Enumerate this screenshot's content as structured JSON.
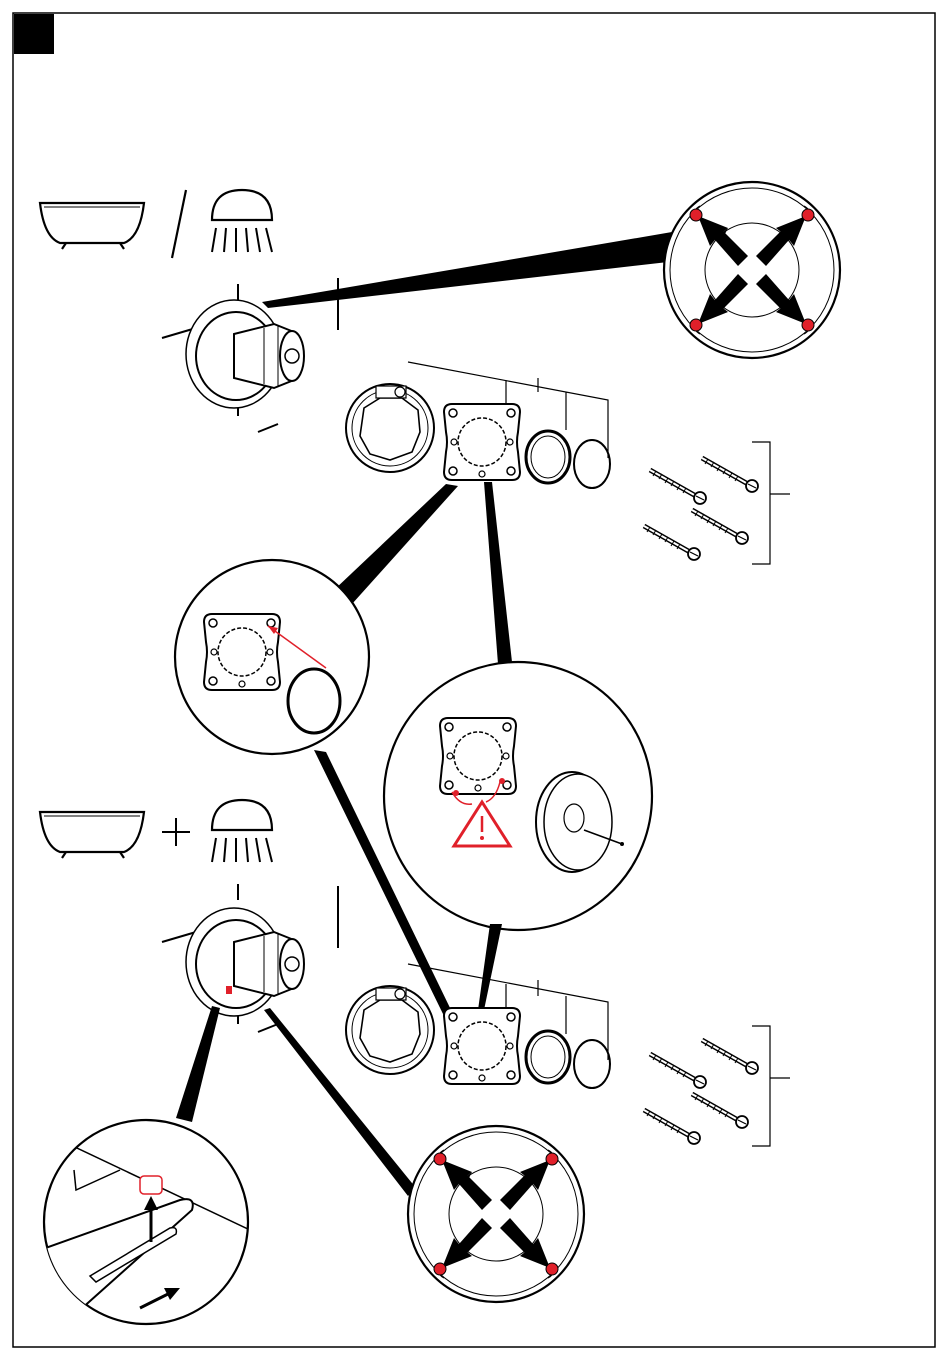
{
  "page": {
    "type": "installation-instruction-sheet",
    "background": "#ffffff",
    "line_color": "#000000",
    "accent_color": "#e0202a",
    "corner_tab_color": "#000000"
  },
  "icons": {
    "top_row": [
      "bathtub-icon",
      "slash-separator",
      "shower-head-icon"
    ],
    "bottom_row": [
      "bathtub-icon",
      "plus-separator",
      "shower-head-icon"
    ],
    "warning": "warning-triangle-icon"
  },
  "sections": [
    {
      "name": "bath-or-shower",
      "parts": [
        "mounting-plate",
        "gasket-square",
        "ring-large",
        "ring-small"
      ],
      "screws": 4,
      "detail": "cross-arrows-with-4-red-points"
    },
    {
      "name": "bath-and-shower",
      "parts": [
        "mounting-plate",
        "gasket-square",
        "ring-large",
        "ring-small"
      ],
      "screws": 4,
      "detail": "cross-arrows-with-4-red-points"
    }
  ],
  "details": [
    "gasket-and-o-ring-detail",
    "warning-detail-with-cover-plate",
    "diverter-clip-detail"
  ]
}
